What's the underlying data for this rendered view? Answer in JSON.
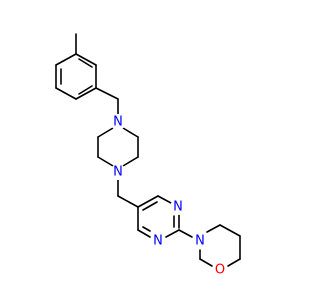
{
  "colors": {
    "bond": "#000000",
    "nitrogen": "#0000FF",
    "oxygen": "#FF0000",
    "background": "#FFFFFF"
  },
  "atoms": {
    "n_piperazine_top": "N",
    "n_piperazine_bottom": "N",
    "n_pyrimidine_1": "N",
    "n_pyrimidine_3": "N",
    "n_morpholine": "N",
    "o_morpholine": "O"
  }
}
